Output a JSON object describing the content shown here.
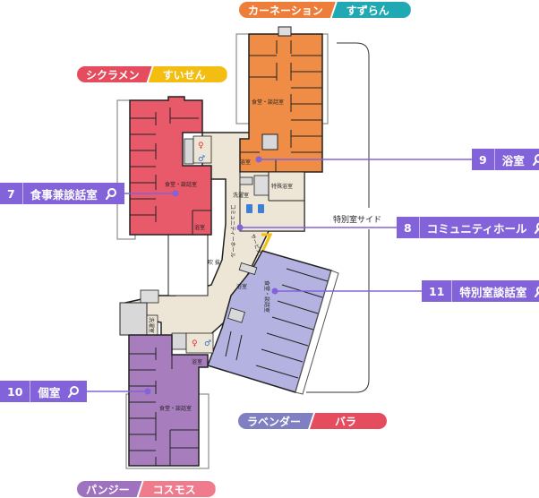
{
  "unit_tags": [
    {
      "left": "カーネーション",
      "right": "すずらん",
      "left_color": "#ee7d3a",
      "right_color": "#21a9b3"
    },
    {
      "left": "シクラメン",
      "right": "すいせん",
      "left_color": "#e54d5f",
      "right_color": "#f3bd12"
    },
    {
      "left": "ラベンダー",
      "right": "バラ",
      "left_color": "#7f7fc1",
      "right_color": "#e54d5f"
    },
    {
      "left": "パンジー",
      "right": "コスモス",
      "left_color": "#9f72bf",
      "right_color": "#ef7b8d"
    }
  ],
  "callouts": [
    {
      "num": "7",
      "label": "食事兼談話室",
      "icon": "search-icon"
    },
    {
      "num": "9",
      "label": "浴室",
      "icon": "search-icon"
    },
    {
      "num": "8",
      "label": "コミュニティホール",
      "icon": "search-icon"
    },
    {
      "num": "11",
      "label": "特別室談話室",
      "icon": "search-icon"
    },
    {
      "num": "10",
      "label": "個室",
      "icon": "search-icon"
    }
  ],
  "map_labels": {
    "dining_orange": "食堂・談話室",
    "bath_orange": "浴室",
    "dining_red": "食堂・談話室",
    "bath_red": "浴室",
    "laundry_upper": "洗濯室",
    "special_bath": "特殊浴室",
    "community_hall": "コミュニティーホール",
    "service_station": "サービスステーション",
    "atrium": "吹 抜",
    "dining_lavender": "食堂・談話室",
    "bath_lavender": "浴室",
    "laundry_lower": "洗濯室",
    "bath_purple": "浴室",
    "dining_purple": "食堂・談話室",
    "special_side": "特別室サイド"
  },
  "colors": {
    "orange_wing": "#ef8c45",
    "red_wing": "#e8596a",
    "lavender_wing": "#b3b2e0",
    "purple_wing": "#a77dbd",
    "corridor": "#ede6d6",
    "accent": "#8263d9",
    "service": "#f3bd12"
  }
}
